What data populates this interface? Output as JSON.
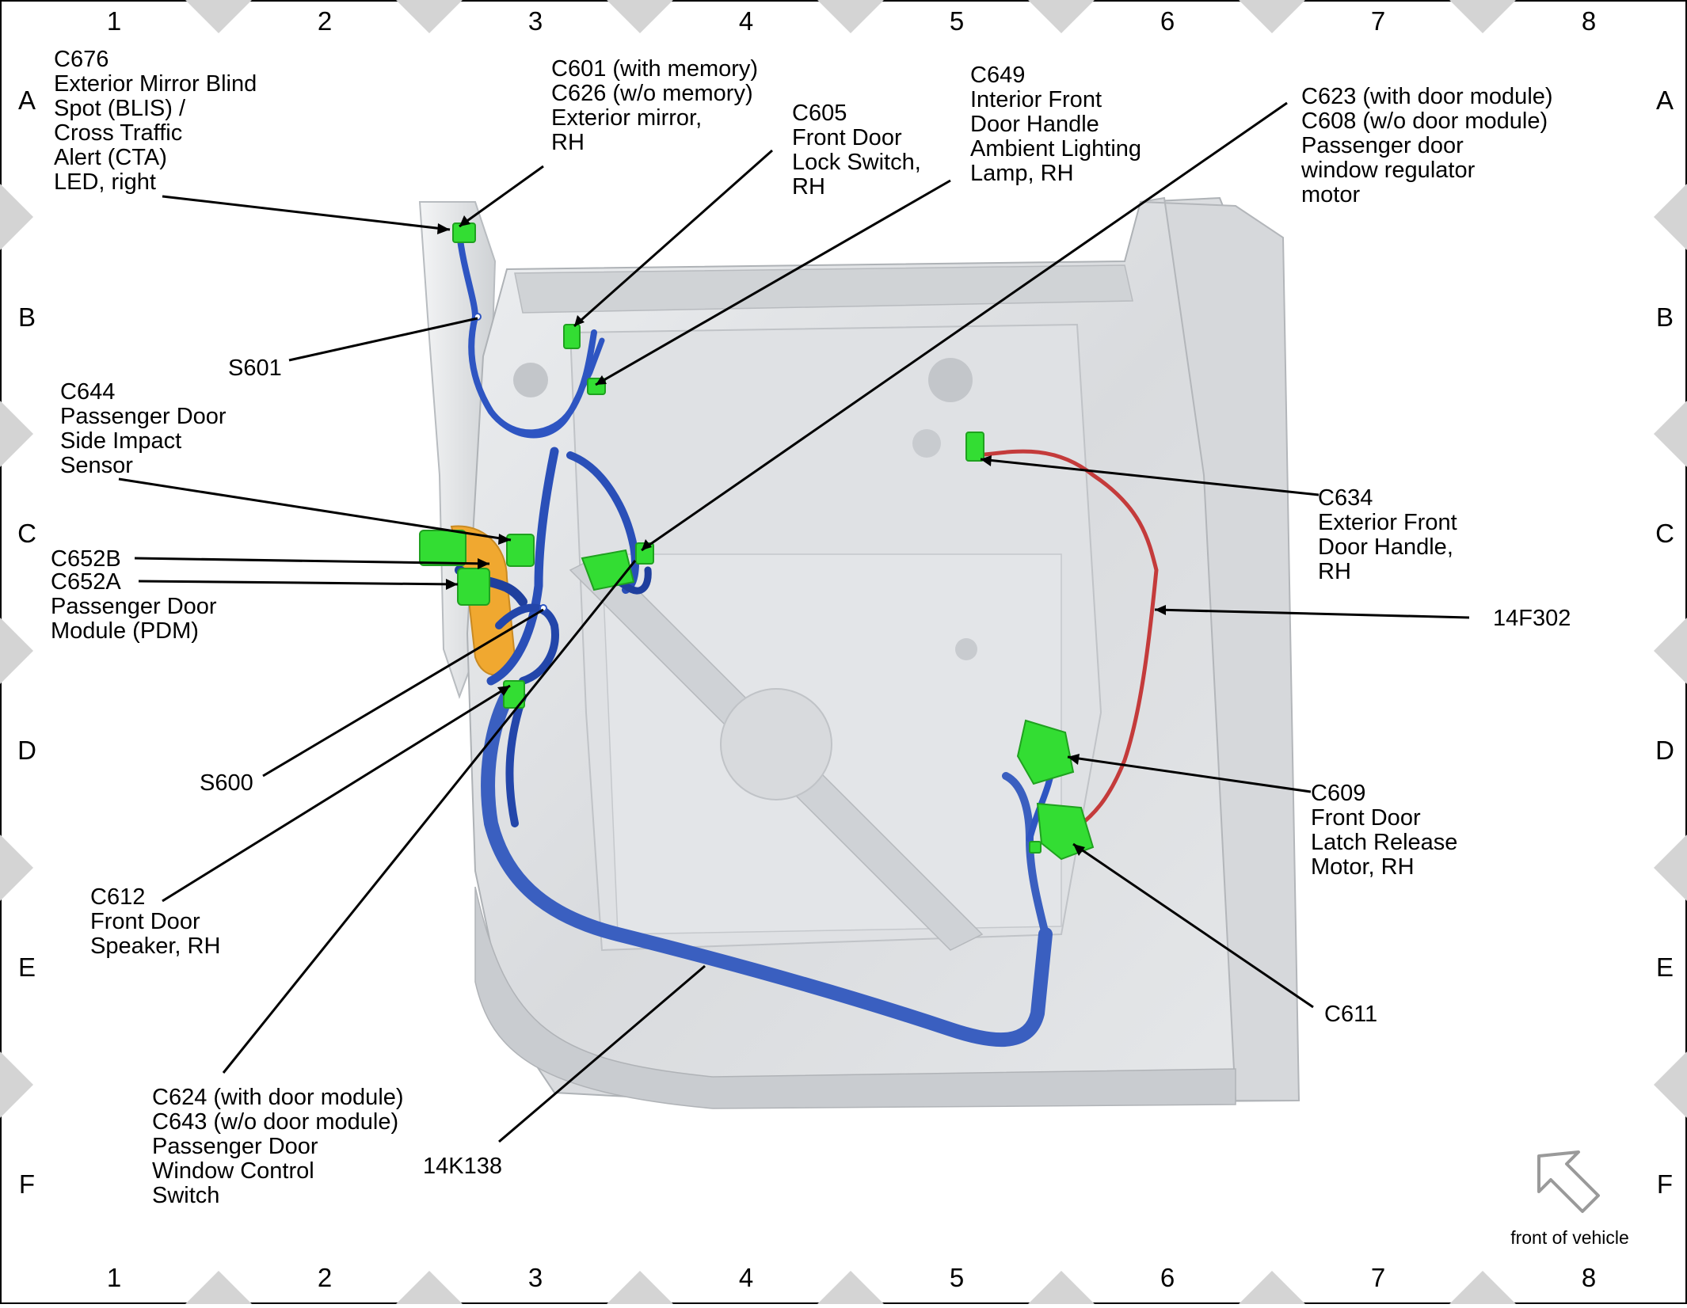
{
  "grid": {
    "columns": [
      "1",
      "2",
      "3",
      "4",
      "5",
      "6",
      "7",
      "8"
    ],
    "rows": [
      "A",
      "B",
      "C",
      "D",
      "E",
      "F"
    ]
  },
  "callouts": {
    "c676": [
      "C676",
      "Exterior Mirror Blind",
      "Spot (BLIS) /",
      "Cross Traffic",
      "Alert (CTA)",
      "LED, right"
    ],
    "c601": [
      "C601 (with memory)",
      "C626 (w/o memory)",
      "Exterior mirror,",
      "RH"
    ],
    "c605": [
      "C605",
      "Front Door",
      "Lock Switch,",
      "RH"
    ],
    "c649": [
      "C649",
      "Interior Front",
      "Door Handle",
      "Ambient Lighting",
      "Lamp, RH"
    ],
    "c623": [
      "C623 (with door module)",
      "C608 (w/o door module)",
      "Passenger door",
      "window regulator",
      "motor"
    ],
    "s601": [
      "S601"
    ],
    "c644": [
      "C644",
      "Passenger Door",
      "Side Impact",
      "Sensor"
    ],
    "c652b": [
      "C652B"
    ],
    "c652a": [
      "C652A",
      "Passenger Door",
      "Module (PDM)"
    ],
    "s600": [
      "S600"
    ],
    "c612": [
      "C612",
      "Front Door",
      "Speaker, RH"
    ],
    "c624": [
      "C624 (with door module)",
      "C643 (w/o door module)",
      "Passenger Door",
      "Window Control",
      "Switch"
    ],
    "k138": [
      "14K138"
    ],
    "c634": [
      "C634",
      "Exterior Front",
      "Door Handle,",
      "RH"
    ],
    "f302": [
      "14F302"
    ],
    "c609": [
      "C609",
      "Front Door",
      "Latch Release",
      "Motor, RH"
    ],
    "c611": [
      "C611"
    ]
  },
  "orientation": {
    "label": "front of vehicle",
    "icon": "direction-arrow-icon"
  },
  "colors": {
    "harness_main": "#3a5fc0",
    "harness_dark": "#1f3f9e",
    "harness_red": "#c43b3b",
    "connector": "#33dd33",
    "foam": "#f0a830",
    "door_panel": "#e2e4e6"
  }
}
